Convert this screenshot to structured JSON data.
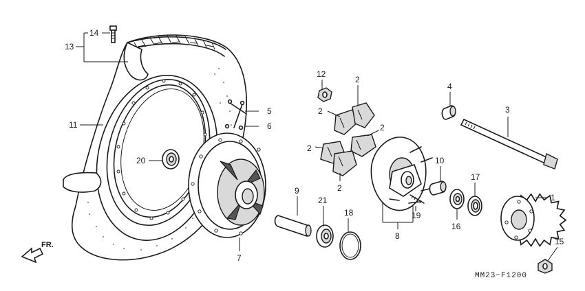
{
  "diagram_code": "MM23−F1200",
  "direction_label": "FR.",
  "callouts": [
    {
      "id": "c1",
      "text": "1"
    },
    {
      "id": "c2a",
      "text": "2"
    },
    {
      "id": "c2b",
      "text": "2"
    },
    {
      "id": "c2c",
      "text": "2"
    },
    {
      "id": "c2d",
      "text": "2"
    },
    {
      "id": "c2e",
      "text": "2"
    },
    {
      "id": "c3",
      "text": "3"
    },
    {
      "id": "c4",
      "text": "4"
    },
    {
      "id": "c5",
      "text": "5"
    },
    {
      "id": "c6",
      "text": "6"
    },
    {
      "id": "c7",
      "text": "7"
    },
    {
      "id": "c8",
      "text": "8"
    },
    {
      "id": "c9",
      "text": "9"
    },
    {
      "id": "c10",
      "text": "10"
    },
    {
      "id": "c11",
      "text": "11"
    },
    {
      "id": "c12",
      "text": "12"
    },
    {
      "id": "c13",
      "text": "13"
    },
    {
      "id": "c14",
      "text": "14"
    },
    {
      "id": "c15",
      "text": "15"
    },
    {
      "id": "c16",
      "text": "16"
    },
    {
      "id": "c17",
      "text": "17"
    },
    {
      "id": "c18",
      "text": "18"
    },
    {
      "id": "c19",
      "text": "19"
    },
    {
      "id": "c20",
      "text": "20"
    },
    {
      "id": "c21",
      "text": "21"
    }
  ]
}
